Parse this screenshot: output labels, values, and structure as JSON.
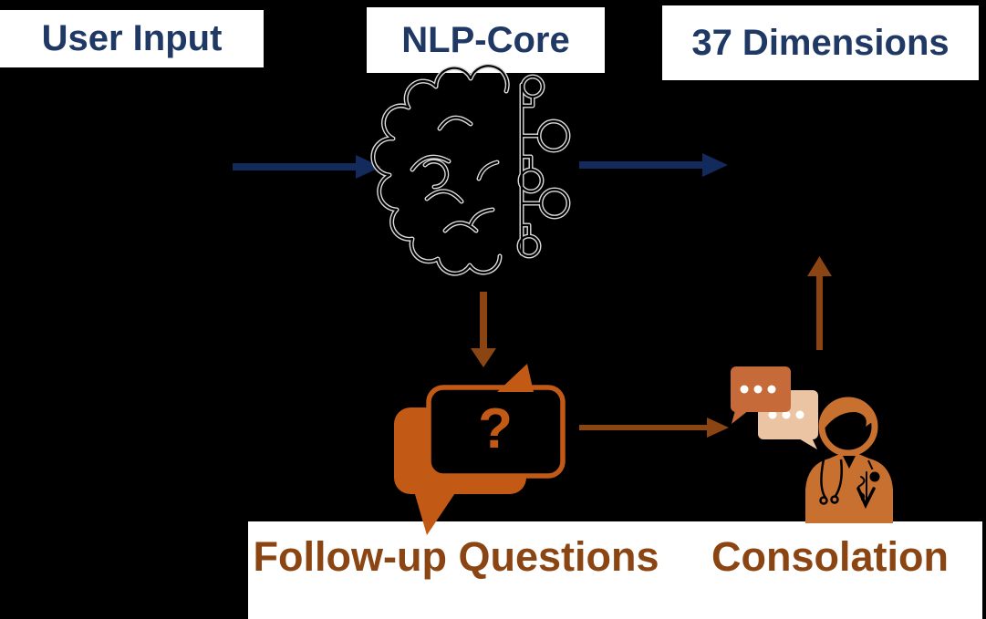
{
  "title_labels": {
    "user_input": "User Input",
    "nlp_core": "NLP-Core",
    "dimensions": "37 Dimensions"
  },
  "flow_labels": {
    "follow_up": "Follow-up Questions",
    "consolation": "Consolation"
  },
  "icons": {
    "brain": "brain-circuit-icon",
    "question_bubbles": "question-speech-bubbles-icon",
    "doctor_chat": "doctor-consultation-icon",
    "question_mark": "?"
  },
  "colors": {
    "background": "#000000",
    "label_box": "#FFFFFF",
    "navy_text": "#1F3864",
    "blue_arrow": "#132A5C",
    "brown_arrow": "#8A4513",
    "brown_text": "#8B4513",
    "orange_bubble": "#C25915",
    "chat_bubble_dark": "#C56A38",
    "chat_bubble_light": "#EBC4A4",
    "doctor_orange": "#C7702F"
  }
}
